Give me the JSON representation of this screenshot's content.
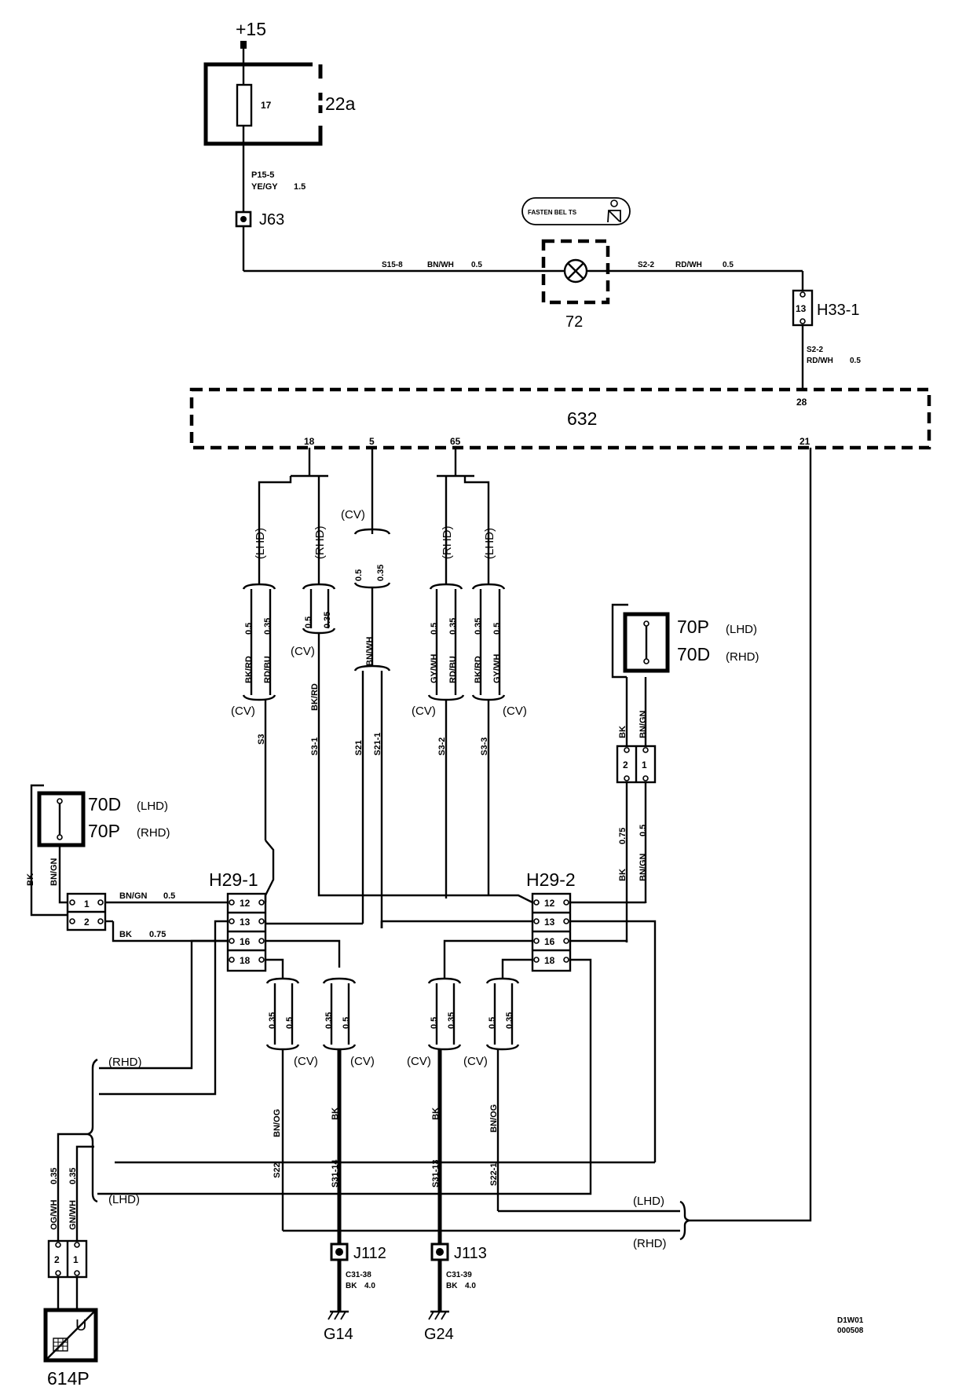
{
  "supply": "+15",
  "fuse_box": {
    "name": "22a",
    "fuse": "17"
  },
  "wire_p15": {
    "code": "P15-5",
    "color": "YE/GY",
    "size": "1.5"
  },
  "j63": "J63",
  "lamp_label": "FASTEN BEL TS",
  "lamp": "72",
  "wire_s15_8": {
    "code": "S15-8",
    "color": "BN/WH",
    "size": "0.5"
  },
  "wire_s2_2_top": {
    "code": "S2-2",
    "color": "RD/WH",
    "size": "0.5"
  },
  "h33": {
    "name": "H33-1",
    "pin": "13"
  },
  "wire_s2_2_bottom": {
    "code": "S2-2",
    "color": "RD/WH",
    "size": "0.5"
  },
  "module": {
    "name": "632",
    "pins": [
      "18",
      "5",
      "65",
      "28",
      "21"
    ]
  },
  "variants": {
    "lhd": "(LHD)",
    "rhd": "(RHD)",
    "cv": "(CV)"
  },
  "sizes": {
    "s05": "0.5",
    "s035": "0.35",
    "s075": "0.75"
  },
  "colors": {
    "bkrd": "BK/RD",
    "rdbu": "RD/BU",
    "bnwh": "BN/WH",
    "gywh": "GY/WH",
    "bk": "BK",
    "bngn": "BN/GN",
    "bnog": "BN/OG",
    "ogwh": "OG/WH",
    "gnwh": "GN/WH"
  },
  "wire_codes": {
    "s3": "S3",
    "s3_1": "S3-1",
    "s21": "S21",
    "s21_1": "S21-1",
    "s3_2": "S3-2",
    "s3_3": "S3-3",
    "s22": "S22",
    "s31_14": "S31-14",
    "s31_13": "S31-13",
    "s22_1": "S22-1"
  },
  "switch_right": {
    "line1": "70P",
    "line1_var": "(LHD)",
    "line2": "70D",
    "line2_var": "(RHD)"
  },
  "switch_left": {
    "line1": "70D",
    "line1_var": "(LHD)",
    "line2": "70P",
    "line2_var": "(RHD)"
  },
  "connector_2pin": {
    "pin1": "1",
    "pin2": "2"
  },
  "h29_1": {
    "name": "H29-1",
    "pins": [
      "12",
      "13",
      "16",
      "18"
    ]
  },
  "h29_2": {
    "name": "H29-2",
    "pins": [
      "12",
      "13",
      "16",
      "18"
    ]
  },
  "j112": "J112",
  "j113": "J113",
  "wire_c31_38": {
    "code": "C31-38",
    "color": "BK",
    "size": "4.0"
  },
  "wire_c31_39": {
    "code": "C31-39",
    "color": "BK",
    "size": "4.0"
  },
  "g14": "G14",
  "g24": "G24",
  "unit_614p": {
    "name": "614P",
    "symbol": "U"
  },
  "drawing_id": {
    "line1": "D1W01",
    "line2": "000508"
  }
}
